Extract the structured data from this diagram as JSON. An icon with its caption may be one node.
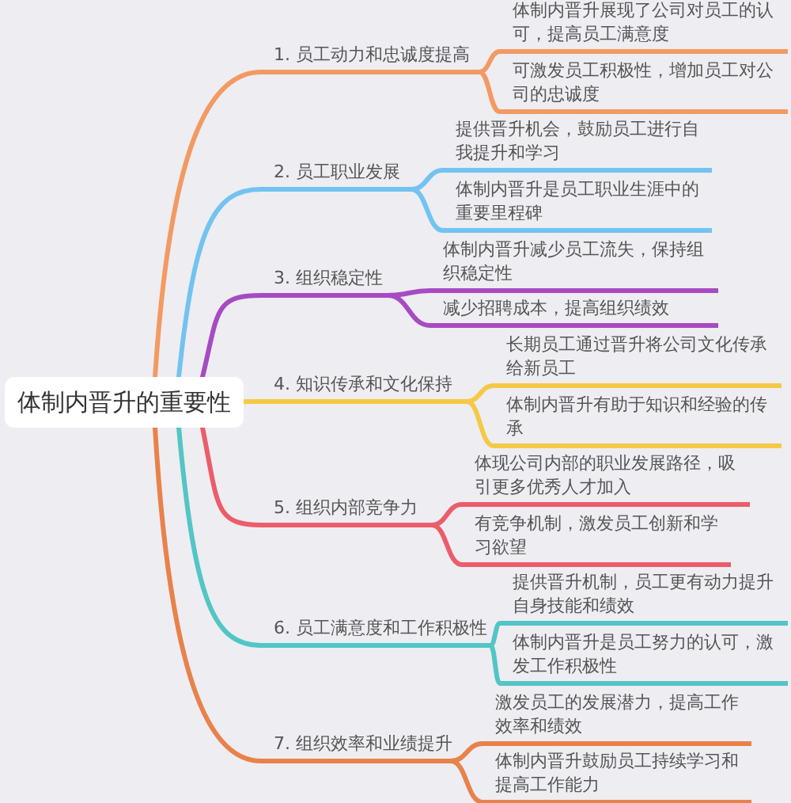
{
  "diagram": {
    "nodes": [
      {
        "text": [
          "体制内晋升的重要性"
        ]
      },
      {
        "text": [
          "1. 员工动力和忠诚度提高"
        ]
      },
      {
        "text": [
          "体制内晋升展现了公司对员工的认可，提高员工满意度"
        ]
      },
      {
        "text": [
          "可激发员工积极性，增加员工对公司的忠诚度"
        ]
      },
      {
        "text": [
          "2. 员工职业发展"
        ]
      },
      {
        "text": [
          "提供晋升机会，鼓励员工进行自我提升和学习"
        ]
      },
      {
        "text": [
          "体制内晋升是员工职业生涯中的重要里程碑"
        ]
      },
      {
        "text": [
          "3. 组织稳定性"
        ]
      },
      {
        "text": [
          "体制内晋升减少员工流失，保持组织稳定性"
        ]
      },
      {
        "text": [
          "减少招聘成本，提高组织绩效"
        ]
      },
      {
        "text": [
          "4. 知识传承和文化保持"
        ]
      },
      {
        "text": [
          "长期员工通过晋升将公司文化传承给新员工"
        ]
      },
      {
        "text": [
          "体制内晋升有助于知识和经验的传承"
        ]
      },
      {
        "text": [
          "5. 组织内部竞争力"
        ]
      },
      {
        "text": [
          "体现公司内部的职业发展路径，吸引更多优秀人才加入"
        ]
      },
      {
        "text": [
          "有竞争机制，激发员工创新和学习欲望"
        ]
      },
      {
        "text": [
          "6. 员工满意度和工作积极性"
        ]
      },
      {
        "text": [
          "提供晋升机制，员工更有动力提升自身技能和绩效"
        ]
      },
      {
        "text": [
          "体制内晋升是员工努力的认可，激发工作积极性"
        ]
      },
      {
        "text": [
          "7. 组织效率和业绩提升"
        ]
      },
      {
        "text": [
          "激发员工的发展潜力，提高工作效率和绩效"
        ]
      },
      {
        "text": [
          "体制内晋升鼓励员工持续学习和提高工作能力"
        ]
      }
    ],
    "edges": [
      {
        "from": 0,
        "to": 1,
        "arrow": "none",
        "color": "#f39a62"
      },
      {
        "from": 1,
        "to": 2,
        "arrow": "none",
        "color": "#f39a62"
      },
      {
        "from": 1,
        "to": 3,
        "arrow": "none",
        "color": "#f39a62"
      },
      {
        "from": 0,
        "to": 4,
        "arrow": "none",
        "color": "#72c3f0"
      },
      {
        "from": 4,
        "to": 5,
        "arrow": "none",
        "color": "#72c3f0"
      },
      {
        "from": 4,
        "to": 6,
        "arrow": "none",
        "color": "#72c3f0"
      },
      {
        "from": 0,
        "to": 7,
        "arrow": "none",
        "color": "#a64bc2"
      },
      {
        "from": 7,
        "to": 8,
        "arrow": "none",
        "color": "#a64bc2"
      },
      {
        "from": 7,
        "to": 9,
        "arrow": "none",
        "color": "#a64bc2"
      },
      {
        "from": 0,
        "to": 10,
        "arrow": "none",
        "color": "#f5c946"
      },
      {
        "from": 10,
        "to": 11,
        "arrow": "none",
        "color": "#f5c946"
      },
      {
        "from": 10,
        "to": 12,
        "arrow": "none",
        "color": "#f5c946"
      },
      {
        "from": 0,
        "to": 13,
        "arrow": "none",
        "color": "#eb5d6b"
      },
      {
        "from": 13,
        "to": 14,
        "arrow": "none",
        "color": "#eb5d6b"
      },
      {
        "from": 13,
        "to": 15,
        "arrow": "none",
        "color": "#eb5d6b"
      },
      {
        "from": 0,
        "to": 16,
        "arrow": "none",
        "color": "#52c5c6"
      },
      {
        "from": 16,
        "to": 17,
        "arrow": "none",
        "color": "#52c5c6"
      },
      {
        "from": 16,
        "to": 18,
        "arrow": "none",
        "color": "#52c5c6"
      },
      {
        "from": 0,
        "to": 19,
        "arrow": "none",
        "color": "#e8824a"
      },
      {
        "from": 19,
        "to": 20,
        "arrow": "none",
        "color": "#e8824a"
      },
      {
        "from": 19,
        "to": 21,
        "arrow": "none",
        "color": "#e8824a"
      }
    ]
  }
}
